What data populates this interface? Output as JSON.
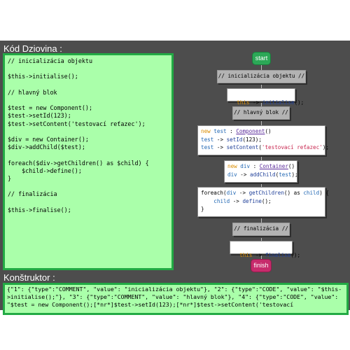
{
  "code_heading": "Kód Dziovina :",
  "constructor_heading": "Konštruktor :",
  "source_code": "// inicializácia objektu\n\n$this->initialise();\n\n// hlavný blok\n\n$test = new Component();\n$test->setId(123);\n$test->setContent('testovací reťazec');\n\n$div = new Container();\n$div->addChild($test);\n\nforeach($div->getChildren() as $child) {\n    $child->define();\n}\n\n// finalizácia\n\n$this->finalise();",
  "constructor_text": "{\"1\": {\"type\":\"COMMENT\", \"value\": \"inicializácia objektu\"}, \"2\": {\"type\":\"CODE\", \"value\": \"$this->initialise();\"}, \"3\": {\"type\":\"COMMENT\", \"value\": \"hlavný blok\"}, \"4\": {\"type\":\"CODE\", \"value\": \"$test = new Component();[*nr*]$test->setId(123);[*nr*]$test->setContent('testovací",
  "flow": {
    "start": "start",
    "finish": "finish",
    "c1": "// inicializácia objektu //",
    "c2": "// hlavný blok //",
    "c3": "// finalizácia //",
    "b1": {
      "this": "this",
      "arrow": "->",
      "fn": "initialise",
      "tail": "();"
    },
    "b2": {
      "l1": {
        "kw": "new",
        "var": "test",
        "sep": ":",
        "cls": "Component",
        "tail": "()"
      },
      "l2": {
        "var": "test",
        "arrow": "->",
        "fn": "setId",
        "tail": "(123);"
      },
      "l3": {
        "var": "test",
        "arrow": "->",
        "fn": "setContent",
        "open": "(",
        "str": "'testovací reťazec'",
        "tail": ");"
      }
    },
    "b3": {
      "l1": {
        "kw": "new",
        "var": "div",
        "sep": ":",
        "cls": "Container",
        "tail": "()"
      },
      "l2": {
        "var": "div",
        "arrow": "->",
        "fn": "addChild",
        "open": "(",
        "arg": "test",
        "tail": ");"
      }
    },
    "b4": {
      "l1": {
        "kw": "foreach(",
        "var": "div",
        "arrow": "->",
        "fn": "getChildren",
        "mid": "() as",
        "var2": "child",
        "tail": ") {"
      },
      "l2": {
        "var": "child",
        "arrow": "->",
        "fn": "define",
        "tail": "();"
      },
      "l3": "}"
    },
    "b5": {
      "this": "this",
      "arrow": "->",
      "fn": "finalise",
      "tail": "();"
    }
  }
}
